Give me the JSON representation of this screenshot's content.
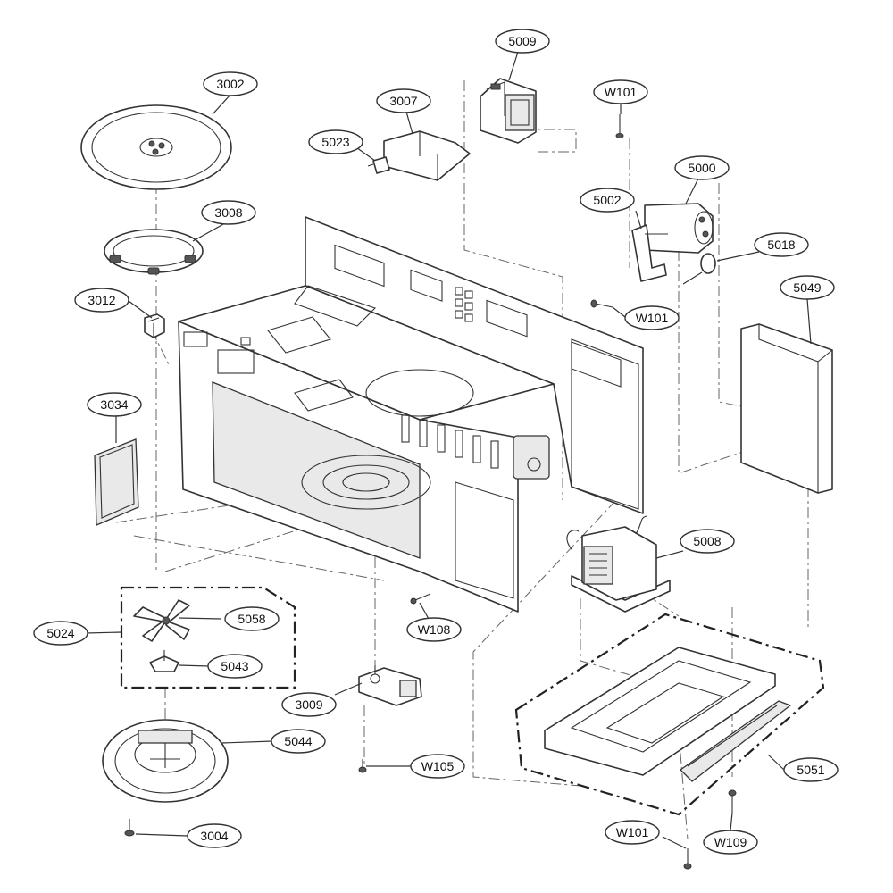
{
  "labels": {
    "p3002": "3002",
    "p3007": "3007",
    "p5009": "5009",
    "pW101a": "W101",
    "p5023": "5023",
    "p3008": "3008",
    "p5000": "5000",
    "p5002": "5002",
    "p5018": "5018",
    "p3012": "3012",
    "p5049": "5049",
    "pW101b": "W101",
    "p3034": "3034",
    "p5008": "5008",
    "p5058": "5058",
    "p5024": "5024",
    "pW108": "W108",
    "p5043": "5043",
    "p3009": "3009",
    "p5044": "5044",
    "pW105": "W105",
    "p5051": "5051",
    "p3004": "3004",
    "pW101c": "W101",
    "pW109": "W109"
  }
}
